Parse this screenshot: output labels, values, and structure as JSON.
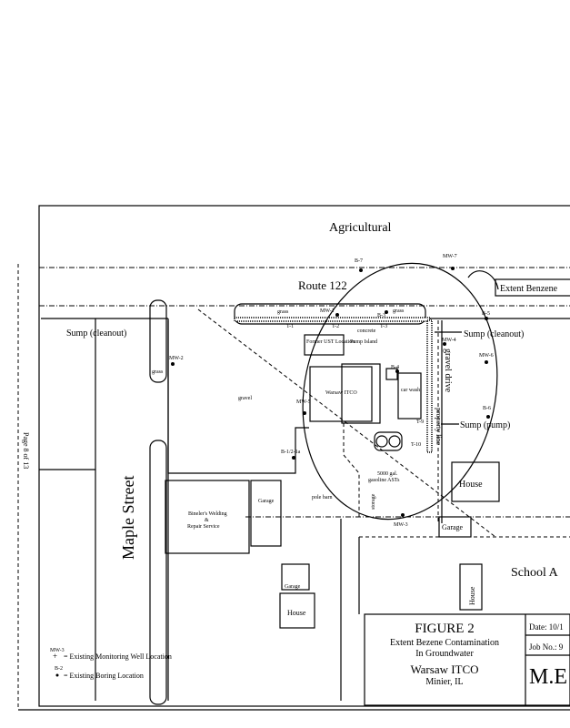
{
  "labels": {
    "agricultural": "Agricultural",
    "route": "Route 122",
    "extent_benzene": "Extent Benzene",
    "sump_cleanout_left": "Sump (cleanout)",
    "sump_cleanout_right": "Sump (cleanout)",
    "sump_pump": "Sump (pump)",
    "maple_street": "Maple Street",
    "school": "School A",
    "page": "Page 8 of 13",
    "grass1": "grass",
    "grass2": "grass",
    "grass3": "grass",
    "gravel1": "gravel",
    "concrete": "concrete",
    "former_ust": "Former UST Location",
    "pump_island": "Pump Island",
    "warsaw_building": "Warsaw ITCO",
    "car_wash": "car wash",
    "gravel_drive": "gravel drive",
    "property_line": "property line",
    "house1": "House",
    "house2": "House",
    "house3": "House",
    "garage1": "Garage",
    "garage2": "Garage",
    "garage3": "Garage",
    "pole_barn": "pole barn",
    "welding": "Bineler's Welding",
    "amp": "&",
    "repair": "Repair Service",
    "ast": "5000 gal.",
    "ast2": "gasoline ASTs",
    "storage": "storage"
  },
  "points": {
    "b7": "B-7",
    "mw7": "MW-7",
    "mw1": "MW-1",
    "b3": "B-3",
    "b5": "B-5",
    "mw4": "MW-4",
    "mw6": "MW-6",
    "mw2": "MW-2",
    "mw5": "MW-5",
    "b4": "B-4",
    "b6": "B-6",
    "b123": "B-1/2-1a",
    "mw3": "MW-3",
    "t1": "T-1",
    "t2": "T-2",
    "t3": "T-3",
    "t9": "T-9",
    "t10": "T-10"
  },
  "legend": {
    "mw_symbol": "MW-3",
    "mw_text": "= Existing Monitoring Well Location",
    "b_symbol": "B-2",
    "b_text": "= Existing Boring Location"
  },
  "title_block": {
    "figure": "FIGURE 2",
    "subtitle1": "Extent Bezene Contamination",
    "subtitle2": "In Groundwater",
    "site": "Warsaw ITCO",
    "location": "Minier, IL",
    "date": "Date: 10/1",
    "job": "Job No.: 9",
    "firm": "M.E"
  }
}
